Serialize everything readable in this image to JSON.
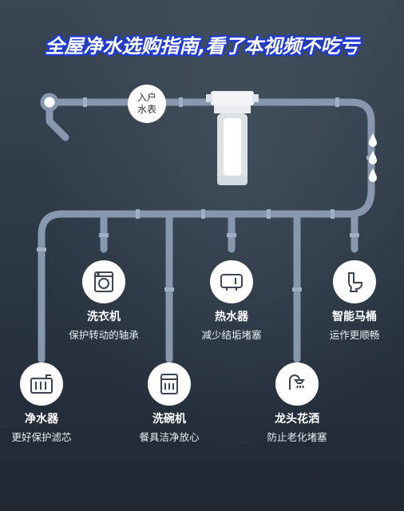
{
  "title": "全屋净水选购指南,看了本视频不吃亏",
  "meter": {
    "line1": "入户",
    "line2": "水表"
  },
  "appliances": [
    {
      "id": "washer",
      "name": "洗衣机",
      "desc": "保护转动的轴承",
      "icon": "washing-machine-icon"
    },
    {
      "id": "heater",
      "name": "热水器",
      "desc": "减少结垢堵塞",
      "icon": "water-heater-icon"
    },
    {
      "id": "toilet",
      "name": "智能马桶",
      "desc": "运作更顺畅",
      "icon": "toilet-icon"
    },
    {
      "id": "purifier",
      "name": "净水器",
      "desc": "更好保护滤芯",
      "icon": "water-purifier-icon"
    },
    {
      "id": "dishwasher",
      "name": "洗碗机",
      "desc": "餐具洁净放心",
      "icon": "dishwasher-icon"
    },
    {
      "id": "shower",
      "name": "龙头花洒",
      "desc": "防止老化堵塞",
      "icon": "shower-icon"
    }
  ],
  "colors": {
    "pipe": "#8797ae",
    "title_outline": "#1e3bd6",
    "icon_stroke": "#3a4654"
  }
}
